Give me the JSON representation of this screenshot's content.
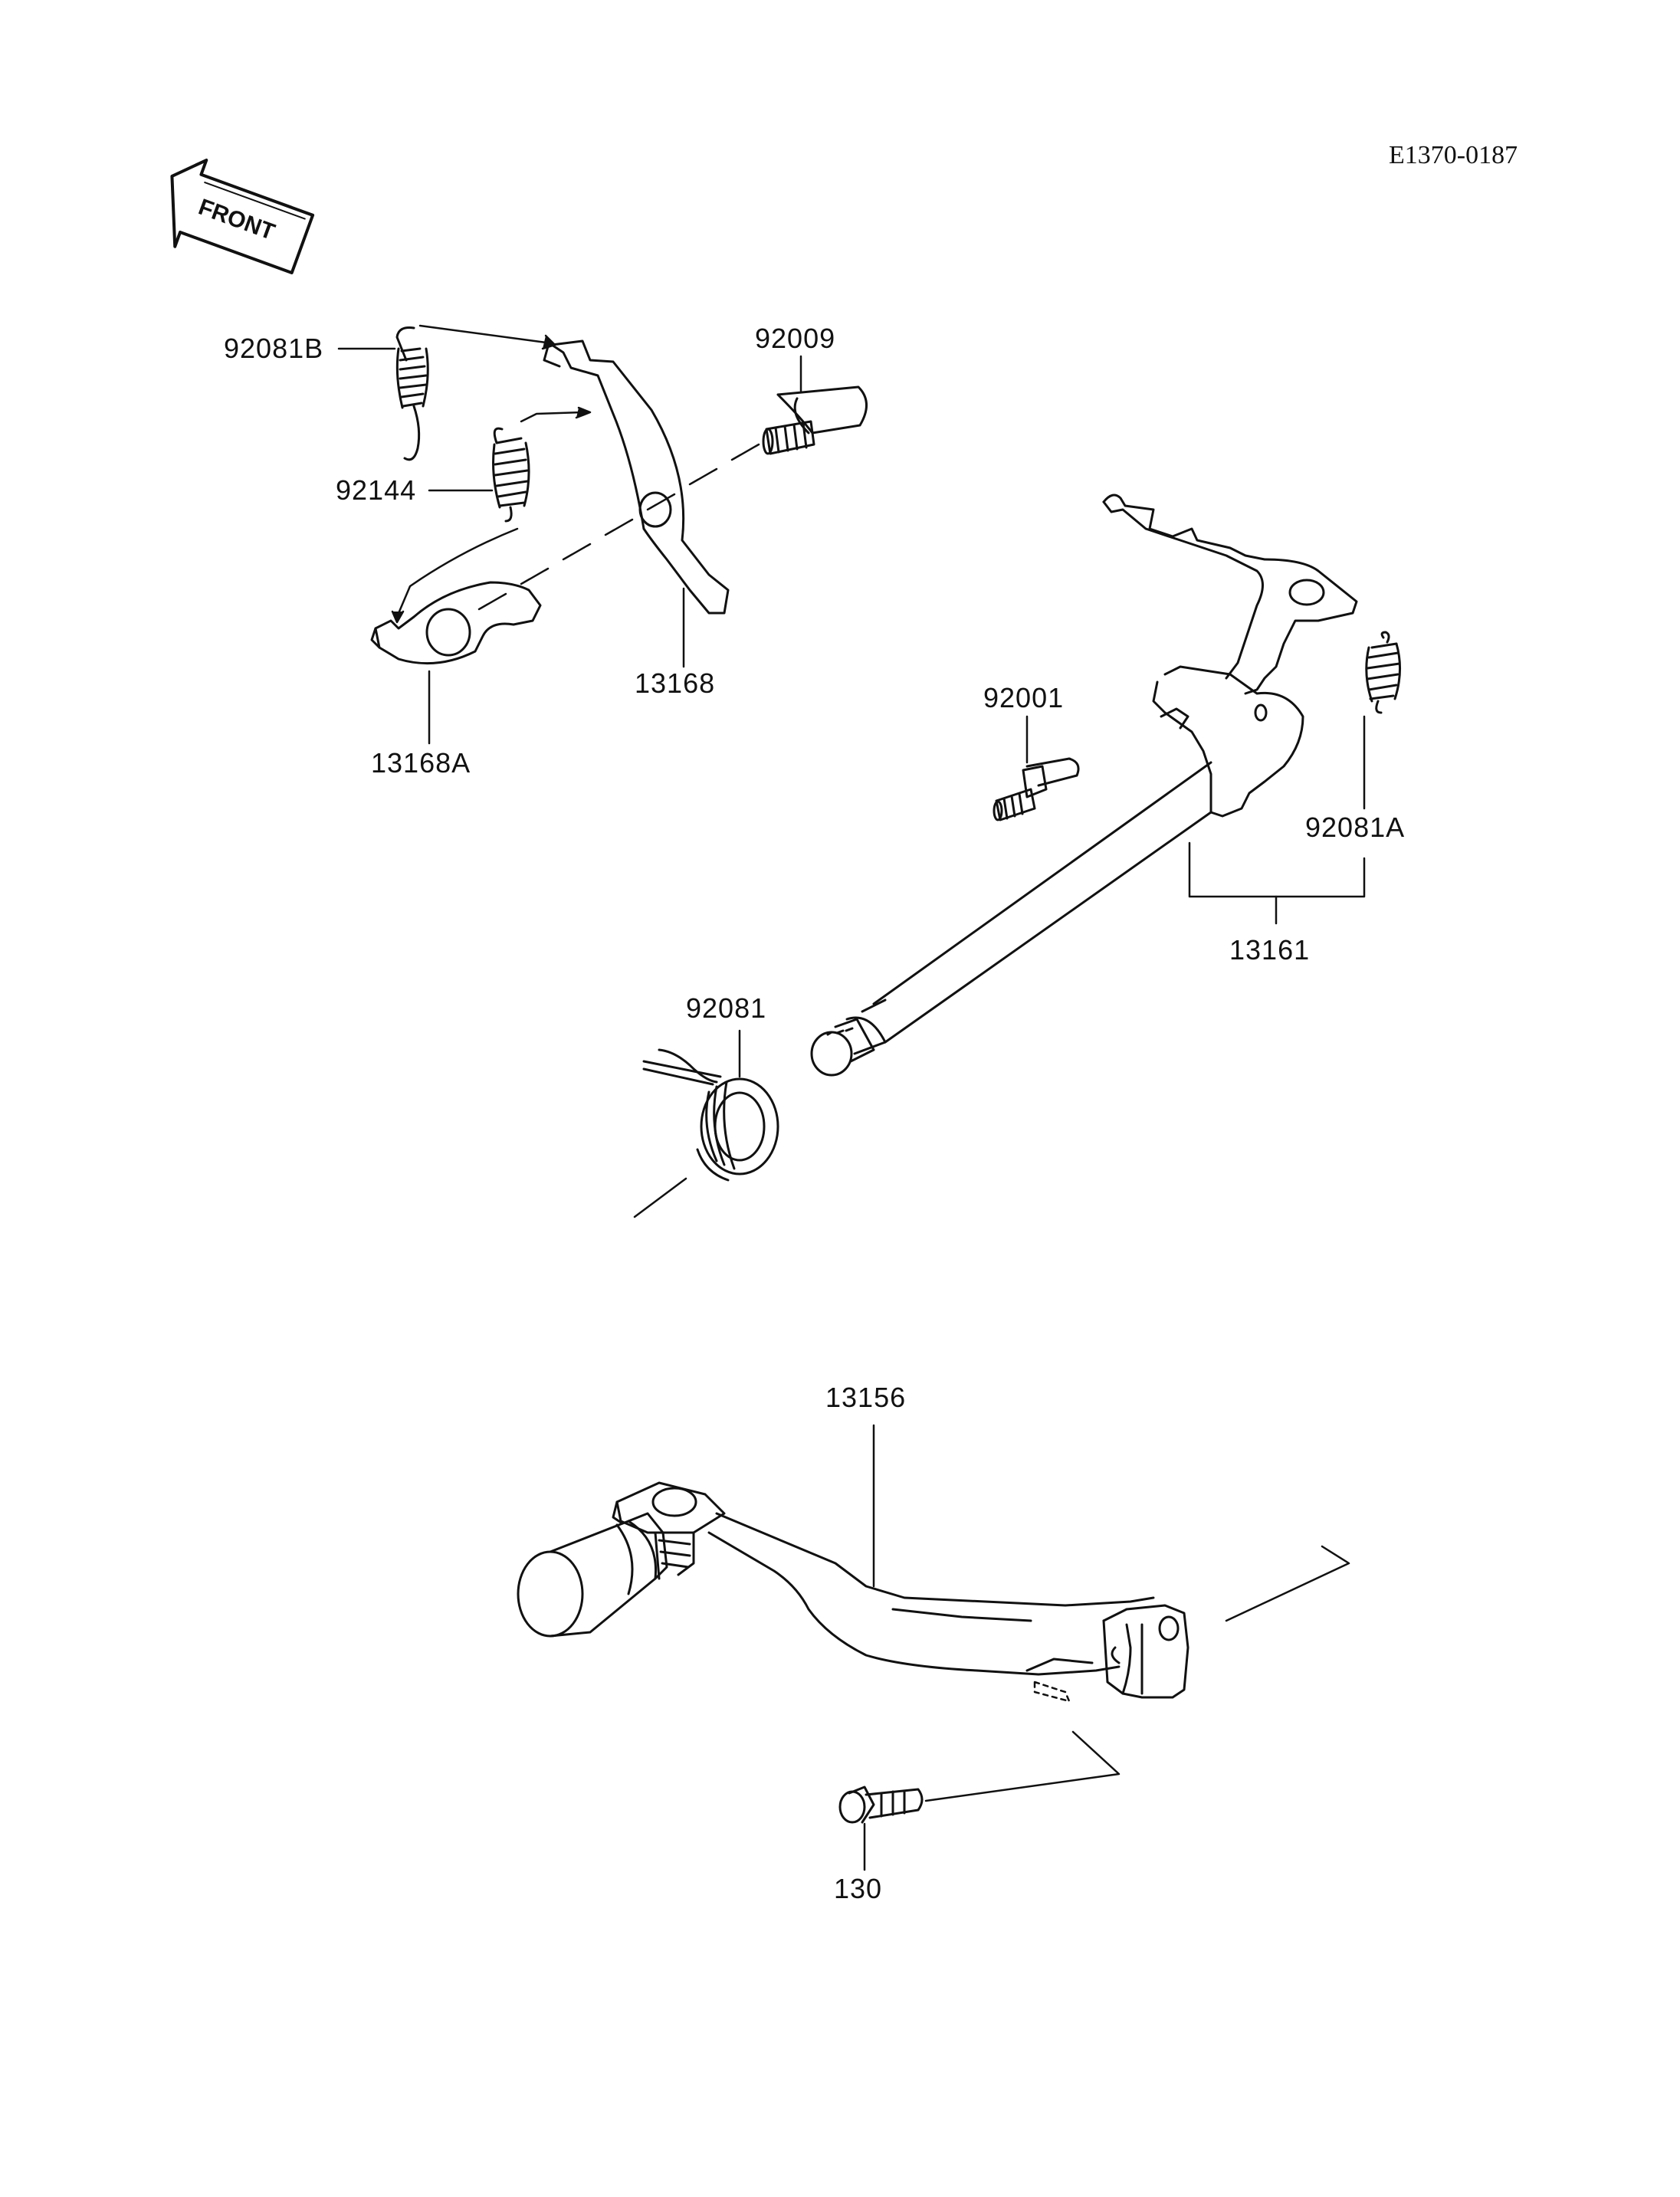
{
  "diagram_id": "E1370-0187",
  "front_label": "FRONT",
  "parts": {
    "p92081B": "92081B",
    "p92144": "92144",
    "p92009": "92009",
    "p13168": "13168",
    "p13168A": "13168A",
    "p92001": "92001",
    "p92081A": "92081A",
    "p13161": "13161",
    "p92081": "92081",
    "p13156": "13156",
    "p130": "130"
  },
  "colors": {
    "ink": "#111111",
    "paper": "#ffffff"
  }
}
